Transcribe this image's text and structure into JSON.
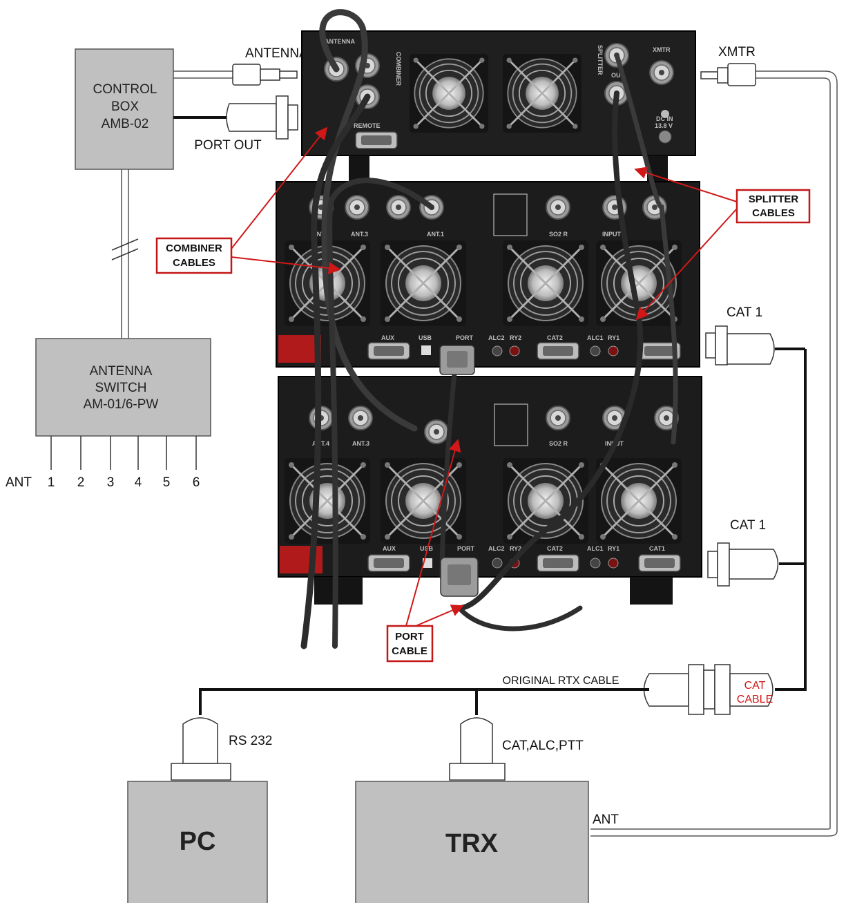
{
  "control_box": {
    "line1": "CONTROL",
    "line2": "BOX",
    "line3": "AMB-02"
  },
  "antenna_switch": {
    "line1": "ANTENNA",
    "line2": "SWITCH",
    "line3": "AM-01/6-PW"
  },
  "antenna_label": "ANTENNA",
  "port_out_label": "PORT OUT",
  "xmtr_label": "XMTR",
  "ant_row": {
    "prefix": "ANT",
    "numbers": [
      "1",
      "2",
      "3",
      "4",
      "5",
      "6"
    ]
  },
  "combiner_callout": {
    "line1": "COMBINER",
    "line2": "CABLES"
  },
  "splitter_callout": {
    "line1": "SPLITTER",
    "line2": "CABLES"
  },
  "port_cable_callout": {
    "line1": "PORT",
    "line2": "CABLE"
  },
  "cat_callout": {
    "line1": "CAT",
    "line2": "CABLE"
  },
  "cat1_top": "CAT 1",
  "cat1_bottom": "CAT 1",
  "original_rtx_cable": "ORIGINAL RTX CABLE",
  "rs232_label": "RS 232",
  "cat_alc_ptt_label": "CAT,ALC,PTT",
  "pc_label": "PC",
  "trx_label": "TRX",
  "trx_ant_label": "ANT",
  "unit_panel_labels": {
    "top": {
      "antenna": "ANTENNA",
      "combiner": "COMBINER",
      "splitter": "SPLITTER",
      "xmtr": "XMTR",
      "out": "OUT",
      "remote": "REMOTE",
      "dc_in": "DC IN",
      "volt": "13.8 V"
    },
    "amp1": {
      "ant4": "ANT.4",
      "ant3": "ANT.3",
      "ant1": "ANT.1",
      "so2r": "SO2 R",
      "input": "INPUT",
      "aux": "AUX",
      "usb": "USB",
      "port": "PORT",
      "alc2": "ALC2",
      "ry2": "RY2",
      "cat2": "CAT2",
      "alc1": "ALC1",
      "ry1": "RY1"
    },
    "amp2": {
      "ant4": "ANT.4",
      "ant3": "ANT.3",
      "so2r": "SO2 R",
      "input": "INPUT",
      "aux": "AUX",
      "usb": "USB",
      "port": "PORT",
      "alc2": "ALC2",
      "ry2": "RY2",
      "cat2": "CAT2",
      "alc1": "ALC1",
      "ry1": "RY1",
      "cat1": "CAT1"
    }
  },
  "colors": {
    "box_fill": "#c0c0c0",
    "callout_red": "#d01818",
    "chassis": "#1c1c1c",
    "cable": "#111111"
  }
}
